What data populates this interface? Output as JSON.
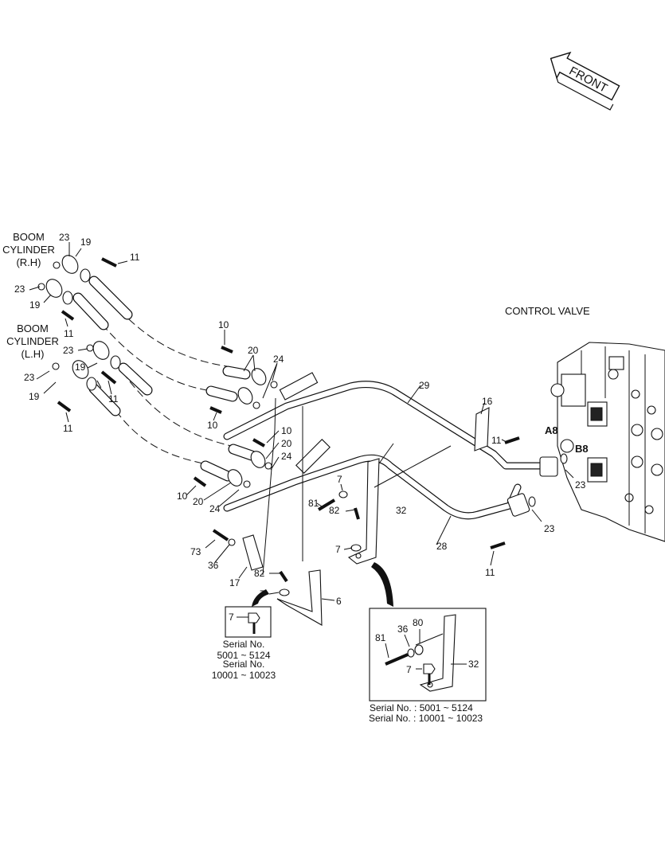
{
  "labels": {
    "front": "FRONT",
    "control_valve": "CONTROL VALVE",
    "boom_rh_1": "BOOM",
    "boom_rh_2": "CYLINDER",
    "boom_rh_3": "(R.H)",
    "boom_lh_1": "BOOM",
    "boom_lh_2": "CYLINDER",
    "boom_lh_3": "(L.H)",
    "port_a8": "A8",
    "port_b8": "B8"
  },
  "parts": {
    "p23": "23",
    "p19": "19",
    "p11": "11",
    "p10": "10",
    "p20": "20",
    "p24": "24",
    "p29": "29",
    "p16": "16",
    "p7": "7",
    "p81": "81",
    "p82": "82",
    "p32": "32",
    "p28": "28",
    "p73": "73",
    "p36": "36",
    "p17": "17",
    "p6": "6",
    "p80": "80"
  },
  "inset_small": {
    "line1": "Serial No.",
    "line2": "5001 ~ 5124",
    "line3": "Serial No.",
    "line4": "10001 ~ 10023"
  },
  "inset_large": {
    "line1": "Serial No. : 5001 ~ 5124",
    "line2": "Serial No. : 10001 ~ 10023"
  }
}
